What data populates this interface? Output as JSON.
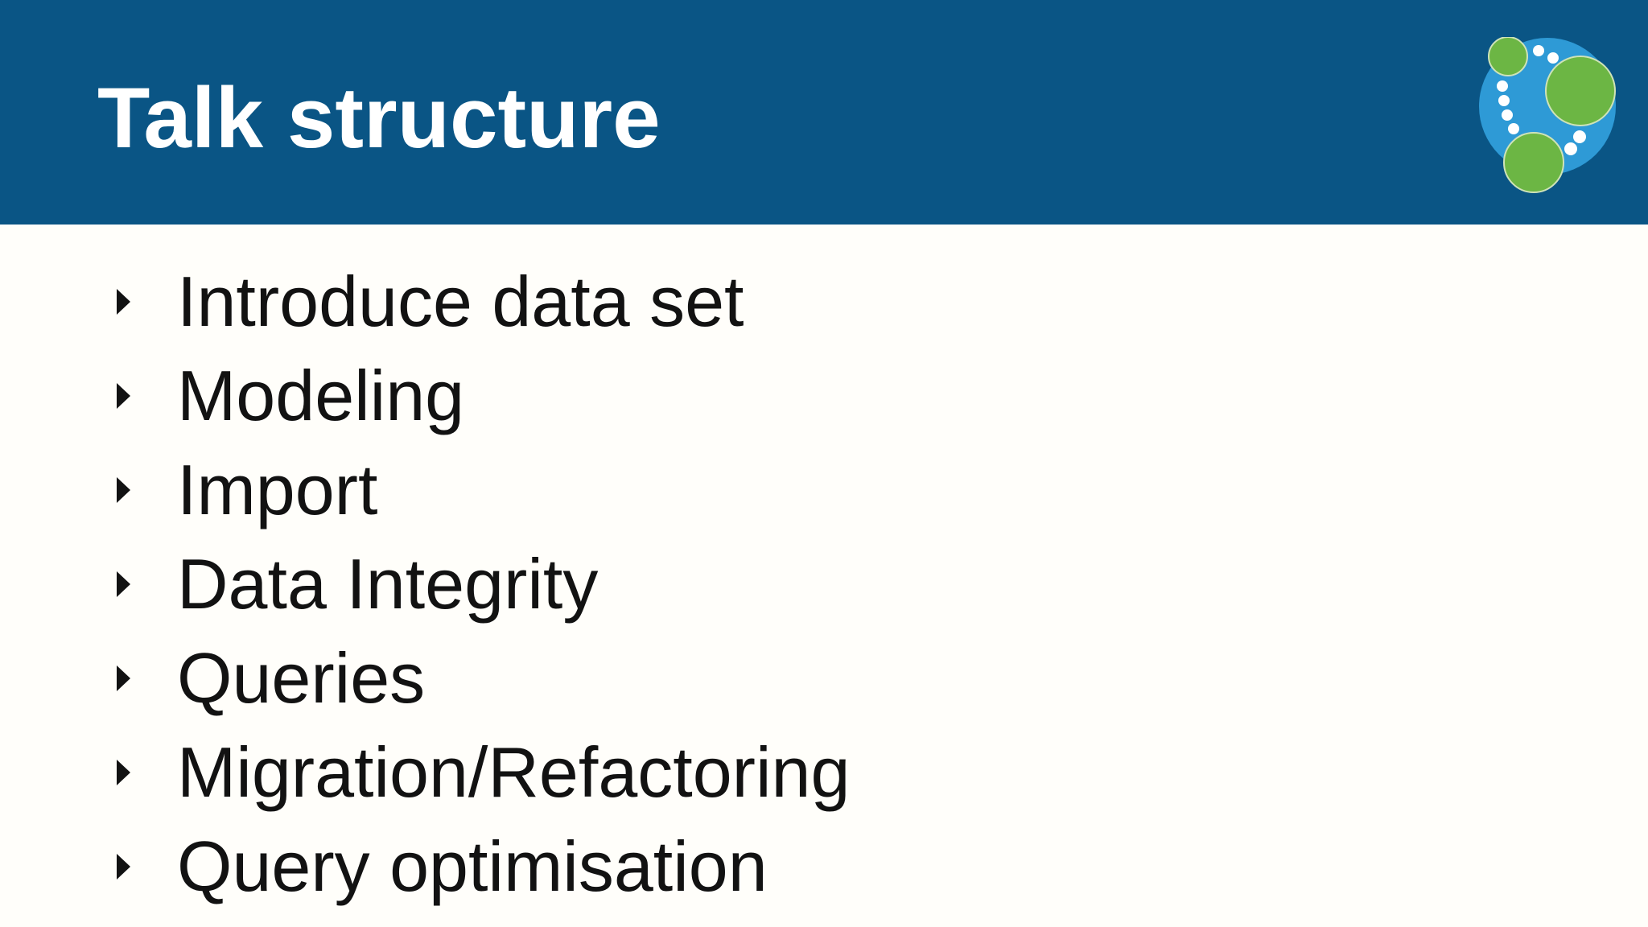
{
  "slide": {
    "title": "Talk structure",
    "bullets": [
      "Introduce data set",
      "Modeling",
      "Import",
      "Data Integrity",
      "Queries",
      "Migration/Refactoring",
      "Query optimisation"
    ],
    "logo": "neo4j-logo",
    "colors": {
      "header-bg": "#0a5585",
      "title-color": "#ffffff",
      "text-color": "#121212",
      "background": "#fffefa",
      "logo-blue": "#2e9ad6",
      "logo-green": "#6cb644",
      "logo-dot": "#ffffff"
    }
  }
}
